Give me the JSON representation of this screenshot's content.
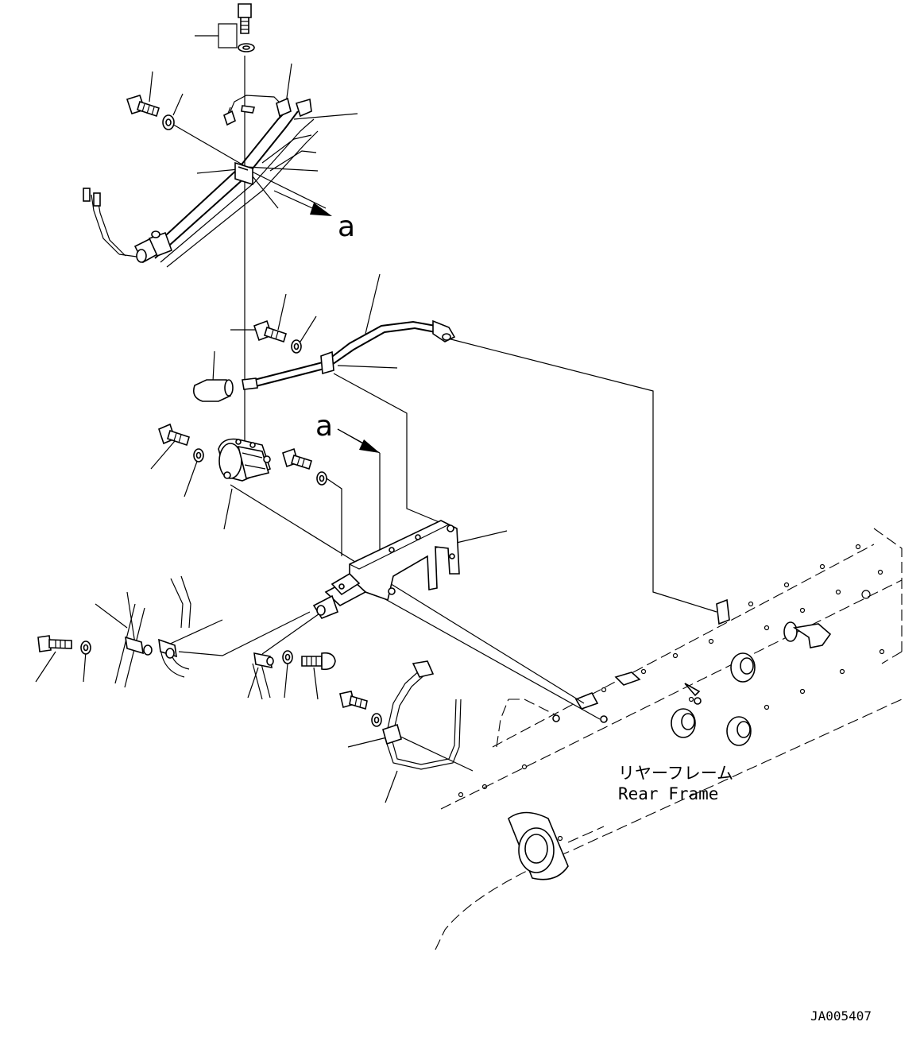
{
  "labels": {
    "view_a_top": "a",
    "view_a_bottom": "a",
    "frame_jp": "リヤーフレーム",
    "frame_en": "Rear Frame",
    "drawing_no": "JA005407"
  }
}
